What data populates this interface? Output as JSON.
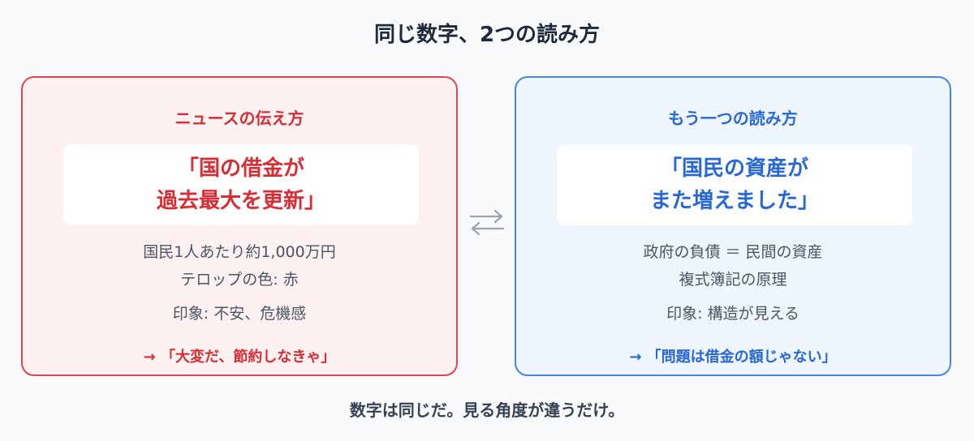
{
  "title": "同じ数字、2つの読み方",
  "left_panel": {
    "heading": "ニュースの伝え方",
    "headline_line1": "「国の借金が",
    "headline_line2": "過去最大を更新」",
    "info_line1": "国民1人あたり約1,000万円",
    "info_line2": "テロップの色: 赤",
    "impression": "印象: 不安、危機感",
    "conclusion": "→ 「大変だ、節約しなきゃ」",
    "accent_color": "#d92d35",
    "border_color": "#e0484d",
    "background_color": "#fdf1f1"
  },
  "right_panel": {
    "heading": "もう一つの読み方",
    "headline_line1": "「国民の資産が",
    "headline_line2": "また増えました」",
    "info_line1": "政府の負債 ＝ 民間の資産",
    "info_line2": "複式簿記の原理",
    "impression": "印象: 構造が見える",
    "conclusion": "→ 「問題は借金の額じゃない」",
    "accent_color": "#2767d6",
    "border_color": "#4a86e0",
    "background_color": "#eef5fd"
  },
  "connector_icon": "exchange-arrows-icon",
  "footer": "数字は同じだ。見る角度が違うだけ。"
}
